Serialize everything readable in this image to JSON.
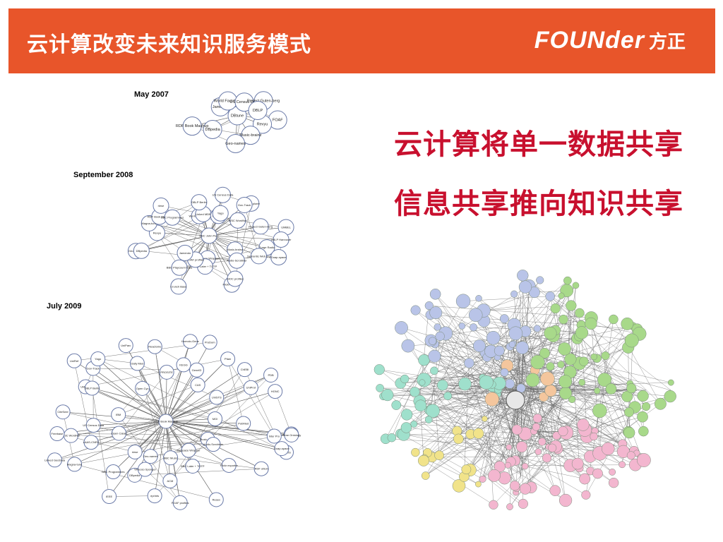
{
  "slide": {
    "title": "云计算改变未来知识服务模式",
    "logo_en": "FOUNder",
    "logo_cn": "方正",
    "headline_line1": "云计算将单一数据共享",
    "headline_line2": "信息共享推向知识共享",
    "brand_color": "#e8552a",
    "headline_color": "#c8102e"
  },
  "networks": {
    "may2007": {
      "label": "May 2007",
      "nodes": [
        "FOAF",
        "Revyu",
        "Music-brainz",
        "Geo-names",
        "DBpedia",
        "RDF Book Mashup",
        "DBtune",
        "Jamendo",
        "World Fact-book",
        "US Census Data",
        "Project Guten-berg",
        "DBLP"
      ]
    },
    "sep2008": {
      "label": "September 2008",
      "nodes": [
        "Surge Radio",
        "Semantic Web.org",
        "Doap-space",
        "Music-brainz",
        "Audio-Scrobbler",
        "Flickr exporter",
        "SIOC profiles",
        "MySpace Wrapper",
        "BBC Later + TOTP",
        "Crunch Base",
        "FOAF profiles",
        "BBC Playcount Data",
        "Jamendo",
        "Geo-names",
        "DBpedia",
        "Revyu",
        "BBC John Peel",
        "Magna-tune",
        "RDF Book Mashup",
        "BBC Programmes",
        "riese",
        "World Fact-book",
        "Linked MDB",
        "DBLP Berlin",
        "US Census Data",
        "Open Cyc",
        "Yago",
        "RKB Explorer",
        "Gov-Track",
        "W3C WordNet",
        "Project Guten-berg",
        "UMBEL",
        "DBLP Hannover"
      ]
    },
    "jul2009": {
      "label": "July 2009",
      "nodes": [
        "Surge Radio",
        "LIBRIS",
        "Doap-space",
        "RDF ohloh",
        "Music-brainz",
        "Audio-Scrobbler",
        "Flickr exporter",
        "Resex",
        "MySpace Wrapper",
        "BBC Later + TOTP",
        "BBC Music",
        "FOAF profiles",
        "ACM",
        "eprints",
        "Geo-names",
        "DBpedia",
        "Virtuoso Sponger",
        "IEEE",
        "BBC Programmes",
        "riese",
        "Magna-tune",
        "Open Calais",
        "LAAS-CNRS",
        "Linked GeoData",
        "US Census Data",
        "W3C WordNet",
        "Freebase",
        "RDF Book Mashup",
        "CiteSeer",
        "IBM",
        "UMBEL",
        "DBLP Berlin",
        "UniRef",
        "Gov-Track",
        "Open Cyc",
        "Yago",
        "Daily Med",
        "Reactome",
        "UniParc",
        "PROSITE",
        "Homolo-Gene",
        "KEGG",
        "GeneID",
        "Pfam",
        "ProDom",
        "CAS",
        "ChEBI",
        "UniProt",
        "PDB",
        "UniSTS",
        "HGNC",
        "MGI",
        "PubMed",
        "Gene Ontology",
        "Inter Pro"
      ]
    }
  }
}
